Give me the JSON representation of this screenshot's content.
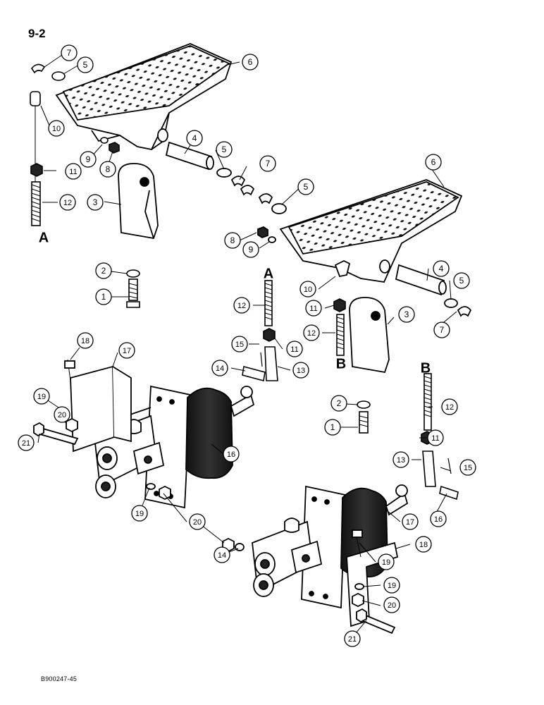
{
  "page_number": "9-2",
  "document_code": "B900247-45",
  "reference_letters": [
    "A",
    "A",
    "B",
    "B"
  ],
  "callouts": [
    "7",
    "5",
    "6",
    "10",
    "9",
    "8",
    "4",
    "5",
    "7",
    "11",
    "12",
    "3",
    "5",
    "6",
    "8",
    "9",
    "2",
    "1",
    "A",
    "12",
    "10",
    "11",
    "4",
    "5",
    "12",
    "3",
    "7",
    "15",
    "11",
    "18",
    "17",
    "14",
    "13",
    "B",
    "B",
    "19",
    "20",
    "21",
    "16",
    "2",
    "12",
    "1",
    "11",
    "13",
    "15",
    "19",
    "20",
    "14",
    "16",
    "17",
    "18",
    "19",
    "19",
    "20",
    "21"
  ]
}
